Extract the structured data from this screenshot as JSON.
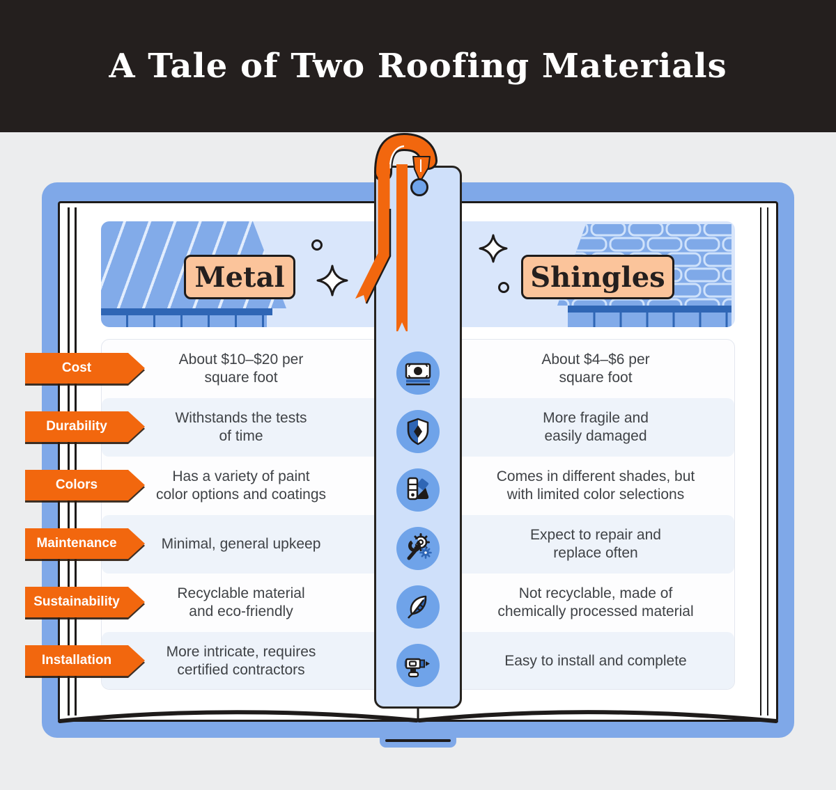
{
  "header": {
    "title": "A Tale of Two Roofing Materials"
  },
  "materials": {
    "left": {
      "label": "Metal"
    },
    "right": {
      "label": "Shingles"
    }
  },
  "comparison": {
    "rows": [
      {
        "label": "Cost",
        "icon": "money-icon",
        "metal": "About $10–$20 per\nsquare foot",
        "shingles": "About $4–$6 per\nsquare foot"
      },
      {
        "label": "Durability",
        "icon": "shield-icon",
        "metal": "Withstands the tests\nof time",
        "shingles": "More fragile and\neasily damaged"
      },
      {
        "label": "Colors",
        "icon": "paint-swatches-icon",
        "metal": "Has a variety of paint\ncolor options and coatings",
        "shingles": "Comes in different shades, but\nwith limited color selections"
      },
      {
        "label": "Maintenance",
        "icon": "tools-icon",
        "metal": "Minimal, general upkeep",
        "shingles": "Expect to repair and\nreplace often"
      },
      {
        "label": "Sustainability",
        "icon": "leaf-icon",
        "metal": "Recyclable material\nand eco-friendly",
        "shingles": "Not recyclable, made of\nchemically processed material"
      },
      {
        "label": "Installation",
        "icon": "drill-icon",
        "metal": "More intricate, requires\ncertified contractors",
        "shingles": "Easy to install and complete"
      }
    ]
  },
  "decor": {
    "bookmark": "ribbon-bookmark",
    "sparkles": "four-point-star-icon",
    "dots": "small-circle-icon"
  },
  "colors": {
    "header_bg": "#241f1e",
    "accent_orange": "#f2670e",
    "cover_blue": "#7fa8e8",
    "banner_blue": "#d9e6fb",
    "bookmark_blue": "#cfe0fa",
    "icon_circle_blue": "#6fa3e9",
    "roof_blue": "#82abe9",
    "fascia_blue": "#2f66b5",
    "badge_peach": "#fbc49b",
    "row_alt": "#eef3fa",
    "text_dark": "#3f4246"
  }
}
